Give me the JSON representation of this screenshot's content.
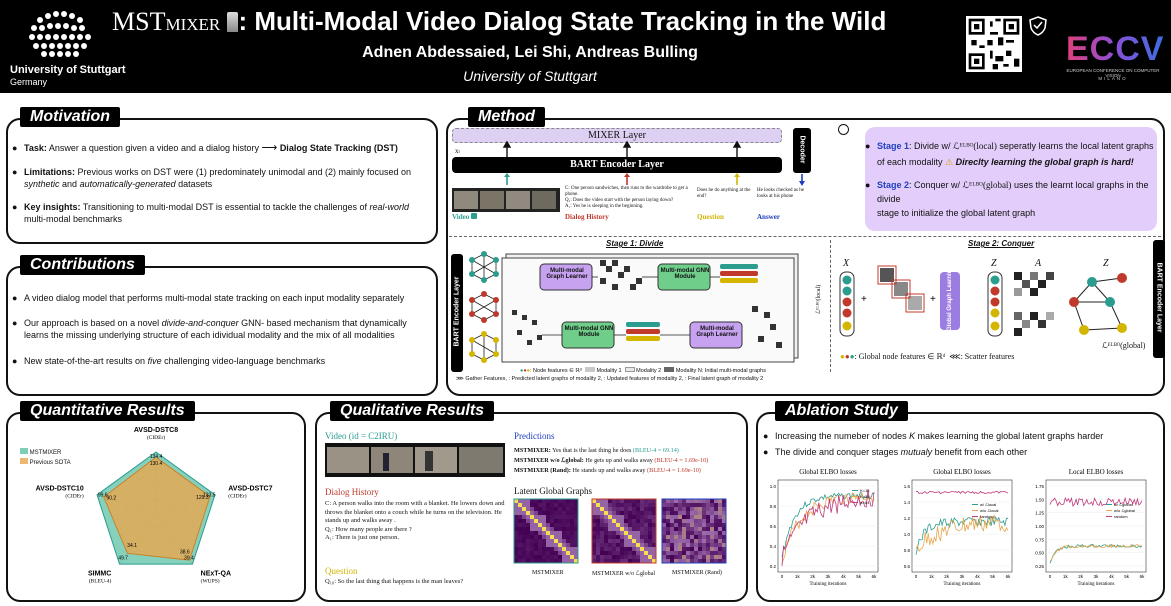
{
  "header": {
    "university": "University of Stuttgart",
    "country": "Germany",
    "title_prefix": "MST",
    "title_sub": "MIXER",
    "title_rest": ": Multi-Modal Video Dialog State Tracking in the Wild",
    "authors": "Adnen Abdessaied, Lei Shi, Andreas Bulling",
    "affiliation": "University of Stuttgart",
    "eccv_logo": "ECCV",
    "eccv_caption": "EUROPEAN CONFERENCE ON COMPUTER VISION",
    "eccv_city": "MILANO"
  },
  "motivation": {
    "title": "Motivation",
    "task_label": "Task:",
    "task_text": "Answer a question given a video and a dialog history",
    "task_arrow": "⟶",
    "task_target": "Dialog State Tracking (DST)",
    "lim_label": "Limitations:",
    "lim_text_1": "Previous works on DST were (1) predominately unimodal and (2) mainly focused on",
    "lim_text_2a": "synthetic",
    "lim_text_2b": " and ",
    "lim_text_2c": "automatically-generated",
    "lim_text_2d": " datasets",
    "key_label": "Key insights:",
    "key_text_1": "Transitioning to multi-modal DST is essential to tackle the challenges of",
    "key_text_1b": "real-world",
    "key_text_2": "multi-modal benchmarks"
  },
  "contributions": {
    "title": "Contributions",
    "c1": "A video dialog model that performs multi-modal state tracking on each input modality separately",
    "c2a": "Our approach is based on a novel ",
    "c2b": "divide-and-conquer",
    "c2c": " GNN- based mechanism that dynamically",
    "c2d": "learns the missing underlying structure of each idividual modality and the mix of all modalities",
    "c3a": "New state-of-the-art results on ",
    "c3b": "five",
    "c3c": " challenging video-language benchmarks"
  },
  "method": {
    "title": "Method",
    "mixer_layer": "MIXER Layer",
    "bart_encoder": "BART Encoder Layer",
    "decoder": "Decoder",
    "video": "Video",
    "dialog_history": "Dialog History",
    "question": "Question",
    "answer": "Answer",
    "dialog_c": "C: One person sandwiches, then runs to the wardrobe to get a phone.",
    "dialog_q": "Q₁: Does the video start with the person laying down?",
    "dialog_a": "A₁: Yes he is sleeping in the beginning.",
    "question_text": "Does he do anything at the end?",
    "answer_text": "He looks checked as he looks at his phone",
    "stage1_a": "Stage 1",
    "stage1_b": ": Divide w/ ",
    "stage1_c": " seperatly learns the local latent graphs",
    "stage1_d": "of each modality",
    "stage1_e": "Direclty learning the global graph is hard!",
    "stage2_a": "Stage 2",
    "stage2_b": ": Conquer w/ ",
    "stage2_c": " uses the learnt local graphs in the divide",
    "stage2_d": "stage to initialize the global latent graph",
    "elbo_local": "ℒᴱᴸᴮᴼ(local)",
    "elbo_global": "ℒᴱᴸᴮᴼ(global)",
    "stage1_title": "Stage 1: Divide",
    "stage2_title": "Stage 2: Conquer",
    "mm_graph_learner": "Multi-modal Graph Learner",
    "mm_gnn": "Multi-modal GNN Module",
    "global_graph": "Global Graph Learning",
    "bart_side": "BART Encoder Layer",
    "legend_nodes": ": Node features ∈ ℝᵈ",
    "legend_mod1": "Modality 1",
    "legend_mod2": "Modality 2",
    "legend_modN": "Modality N",
    "legend_init": ": Initial multi-modal graphs",
    "legend_gather": "Gather Features",
    "legend_pred": ": Predicted latent graphs of modality 2",
    "legend_upd": ": Updated features of modality 2",
    "legend_final": ": Final latent graph of modality 2",
    "global_nodes": ": Global node features ∈ ℝᵈ",
    "scatter": ": Scatter features",
    "x_label": "X",
    "z_label": "Z",
    "a_label": "A"
  },
  "quant": {
    "title": "Quantitative Results",
    "legend_ours": "MSTMIXER",
    "legend_prev": "Previous SOTA"
  },
  "chart_data": {
    "type": "radar",
    "axes": [
      {
        "name": "AVSD-DSTC8",
        "metric": "(CIDEr)",
        "ours": 134.4,
        "prev": 130.4
      },
      {
        "name": "AVSD-DSTC7",
        "metric": "(CIDEr)",
        "ours": 133.5,
        "prev": 129.3
      },
      {
        "name": "NExT-QA",
        "metric": "(WUPS)",
        "ours": 39.4,
        "prev": 38.6
      },
      {
        "name": "SIMMC",
        "metric": "(BLEU-4)",
        "ours": 49.7,
        "prev": 34.1
      },
      {
        "name": "AVSD-DSTC10",
        "metric": "(CIDEr)",
        "ours": 99.6,
        "prev": 90.2
      }
    ],
    "series": [
      {
        "name": "MSTMIXER",
        "color": "#3bb9a0"
      },
      {
        "name": "Previous SOTA",
        "color": "#e8a64c"
      }
    ]
  },
  "qual": {
    "title": "Qualitative Results",
    "video_label": "Video (id = C2IRU)",
    "dialog_title": "Dialog History",
    "dialog_c": "C:  A person walks into the room with a blanket. He lowers down and throws the blanket onto a couch while he turns on the television. He stands up and walks away .",
    "dialog_q": "Q₁: How many people are there ?",
    "dialog_a": "A₁: There is just one person.",
    "question_title": "Question",
    "question_text": "Q₁₀: So the last thing that happens is the man leaves?",
    "pred_title": "Predictions",
    "pred1_model": "MSTMIXER:",
    "pred1_text": " Yes that is the last thing he does ",
    "pred1_score": "(BLEU-4 = 69.14)",
    "pred2_model": "MSTMIXER w/o ℒglobal:",
    "pred2_text": " He gets up and walks away ",
    "pred2_score": "(BLEU-4 = 1.69e-10)",
    "pred3_model": "MSTMIXER (Rand):",
    "pred3_text": " He stands up and walks away ",
    "pred3_score": "(BLEU-4 = 1.69e-10)",
    "graphs_title": "Latent Global Graphs",
    "g1": "MSTMIXER",
    "g2": "MSTMIXER w/o ℒglobal",
    "g3": "MSTMIXER (Rand)"
  },
  "ablation": {
    "title": "Ablation Study",
    "b1a": "Increasing the numeber of nodes ",
    "b1b": "K",
    "b1c": " makes learning the global latent graphs harder",
    "b2a": "The divide and conquer stages ",
    "b2b": "mutualy",
    "b2c": " benefit from each other",
    "plot1_title": "Global ELBO losses",
    "plot2_title": "Global ELBO losses",
    "plot3_title": "Local ELBO losses",
    "xlabel": "Training iterations",
    "xticks": [
      "0",
      "1k",
      "2k",
      "3k",
      "4k",
      "5k",
      "6k"
    ],
    "p1_yticks": [
      "1.0",
      "0.8",
      "0.6",
      "0.4",
      "0.2"
    ],
    "p2_yticks": [
      "1.6",
      "1.4",
      "1.2",
      "1.0",
      "0.8",
      "0.6"
    ],
    "p3_yticks": [
      "1.75",
      "1.50",
      "1.25",
      "1.00",
      "0.75",
      "0.50",
      "0.25"
    ],
    "p1_legend": [
      "K=16",
      "K=32",
      "K=64"
    ],
    "p2_legend": [
      "w/ ℒlocal",
      "w/o ℒlocal",
      "random"
    ],
    "p3_legend": [
      "w/ ℒglobal",
      "w/o ℒglobal",
      "random"
    ]
  },
  "colors": {
    "teal": "#2a9d8f",
    "mint": "#5ec2a5",
    "orange": "#e8a64c",
    "purple": "#c7a2f0",
    "red": "#c0392b",
    "yellow": "#d4b500",
    "blue": "#1f3fbf"
  }
}
